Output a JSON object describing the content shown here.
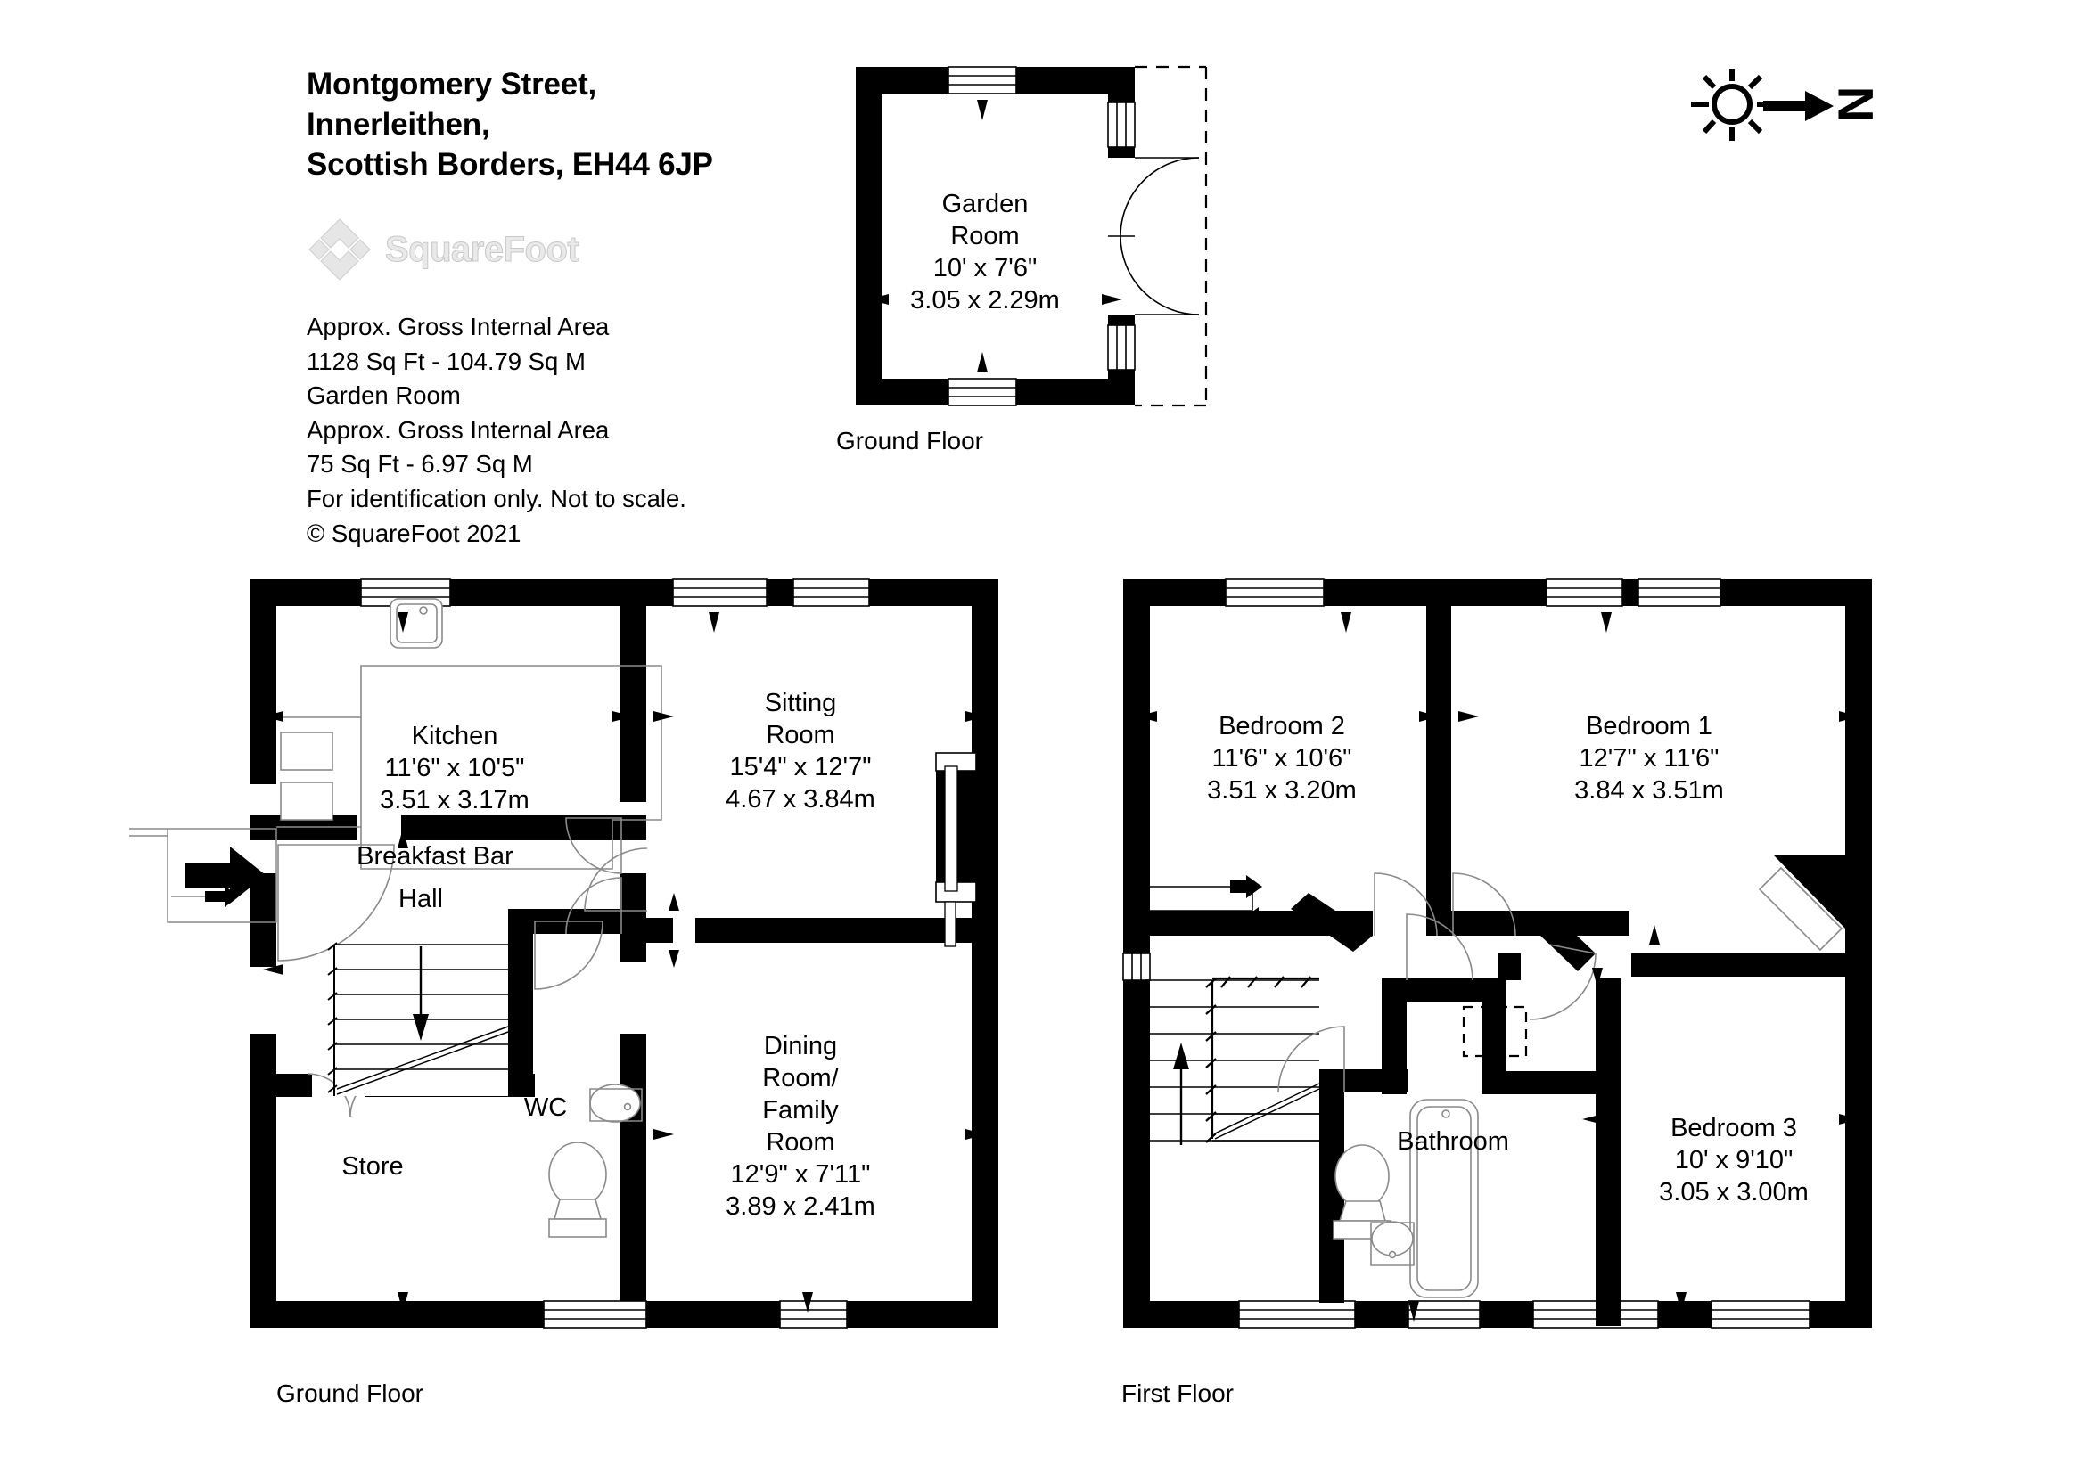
{
  "document": {
    "type": "floor-plan",
    "title_lines": [
      "Montgomery Street,",
      "Innerleithen,",
      "Scottish Borders, EH44 6JP"
    ],
    "logo": {
      "wordmark": "SquareFoot",
      "mark_icon": "diamond-logo-icon"
    },
    "info_lines": [
      "Approx. Gross Internal Area",
      "1128 Sq Ft  -  104.79 Sq M",
      "Garden Room",
      "Approx. Gross Internal Area",
      "75 Sq Ft  -  6.97 Sq M",
      "For identification only. Not to scale.",
      "© SquareFoot 2021"
    ],
    "compass": {
      "north_label": "N",
      "sun_icon": "sun-icon",
      "arrow_icon": "north-arrow-icon"
    },
    "colors": {
      "wall": "#000000",
      "fixture_line": "#7a7a7a",
      "text": "#000000",
      "background": "#ffffff",
      "logo": "#e9e9e9"
    }
  },
  "floors": [
    {
      "id": "garden",
      "caption": "Ground Floor",
      "rooms": [
        {
          "name": "Garden Room",
          "lines": [
            "Garden",
            "Room",
            "10' x 7'6\"",
            "3.05 x 2.29m"
          ],
          "imperial": "10' x 7'6\"",
          "metric": "3.05 x 2.29m"
        }
      ]
    },
    {
      "id": "ground",
      "caption": "Ground Floor",
      "rooms": [
        {
          "name": "Kitchen",
          "lines": [
            "Kitchen",
            "11'6\" x 10'5\"",
            "3.51 x 3.17m"
          ],
          "imperial": "11'6\" x 10'5\"",
          "metric": "3.51 x 3.17m"
        },
        {
          "name": "Breakfast Bar",
          "lines": [
            "Breakfast Bar"
          ],
          "imperial": "",
          "metric": ""
        },
        {
          "name": "Hall",
          "lines": [
            "Hall"
          ],
          "imperial": "",
          "metric": ""
        },
        {
          "name": "Store",
          "lines": [
            "Store"
          ],
          "imperial": "",
          "metric": ""
        },
        {
          "name": "WC",
          "lines": [
            "WC"
          ],
          "imperial": "",
          "metric": ""
        },
        {
          "name": "Sitting Room",
          "lines": [
            "Sitting",
            "Room",
            "15'4\" x 12'7\"",
            "4.67 x 3.84m"
          ],
          "imperial": "15'4\" x 12'7\"",
          "metric": "4.67 x 3.84m"
        },
        {
          "name": "Dining Room / Family Room",
          "lines": [
            "Dining",
            "Room/",
            "Family",
            "Room",
            "12'9\" x 7'11\"",
            "3.89 x 2.41m"
          ],
          "imperial": "12'9\" x 7'11\"",
          "metric": "3.89 x 2.41m"
        }
      ]
    },
    {
      "id": "first",
      "caption": "First Floor",
      "rooms": [
        {
          "name": "Bedroom 2",
          "lines": [
            "Bedroom 2",
            "11'6\" x 10'6\"",
            "3.51 x 3.20m"
          ],
          "imperial": "11'6\" x 10'6\"",
          "metric": "3.51 x 3.20m"
        },
        {
          "name": "Bedroom 1",
          "lines": [
            "Bedroom 1",
            "12'7\" x 11'6\"",
            "3.84 x 3.51m"
          ],
          "imperial": "12'7\" x 11'6\"",
          "metric": "3.84 x 3.51m"
        },
        {
          "name": "Bedroom 3",
          "lines": [
            "Bedroom 3",
            "10' x 9'10\"",
            "3.05 x 3.00m"
          ],
          "imperial": "10' x 9'10\"",
          "metric": "3.05 x 3.00m"
        },
        {
          "name": "Bathroom",
          "lines": [
            "Bathroom"
          ],
          "imperial": "",
          "metric": ""
        }
      ]
    }
  ],
  "labels": {
    "garden_room_l1": "Garden",
    "garden_room_l2": "Room",
    "garden_room_l3": "10' x 7'6\"",
    "garden_room_l4": "3.05 x 2.29m",
    "kitchen_l1": "Kitchen",
    "kitchen_l2": "11'6\" x 10'5\"",
    "kitchen_l3": "3.51 x 3.17m",
    "breakfast_bar": "Breakfast Bar",
    "hall": "Hall",
    "store": "Store",
    "wc": "WC",
    "sitting_l1": "Sitting",
    "sitting_l2": "Room",
    "sitting_l3": "15'4\" x 12'7\"",
    "sitting_l4": "4.67 x 3.84m",
    "dining_l1": "Dining",
    "dining_l2": "Room/",
    "dining_l3": "Family",
    "dining_l4": "Room",
    "dining_l5": "12'9\" x 7'11\"",
    "dining_l6": "3.89 x 2.41m",
    "bed2_l1": "Bedroom 2",
    "bed2_l2": "11'6\" x 10'6\"",
    "bed2_l3": "3.51 x 3.20m",
    "bed1_l1": "Bedroom 1",
    "bed1_l2": "12'7\" x 11'6\"",
    "bed1_l3": "3.84 x 3.51m",
    "bed3_l1": "Bedroom 3",
    "bed3_l2": "10' x 9'10\"",
    "bed3_l3": "3.05 x 3.00m",
    "bathroom": "Bathroom",
    "caption_garden": "Ground Floor",
    "caption_ground": "Ground Floor",
    "caption_first": "First Floor",
    "north": "N"
  }
}
